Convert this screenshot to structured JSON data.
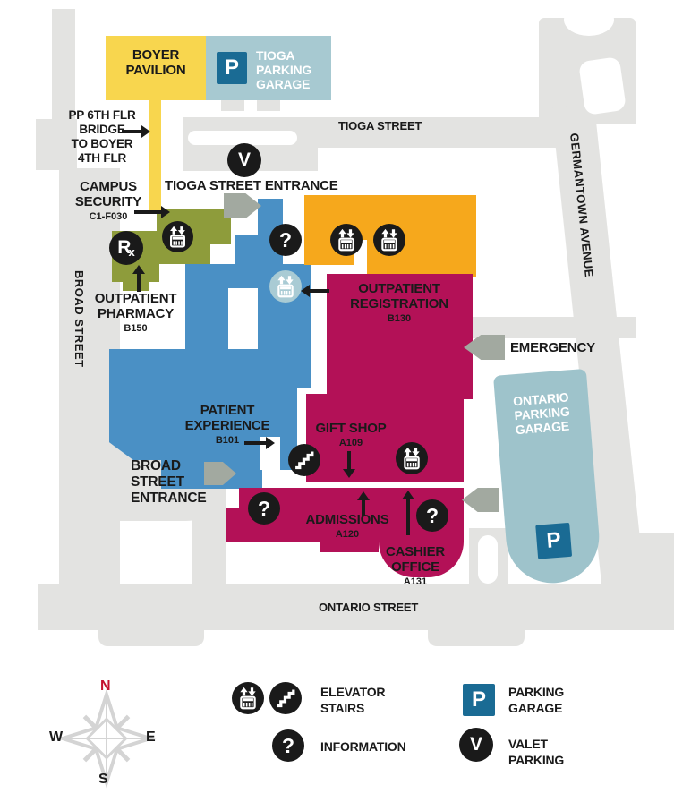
{
  "colors": {
    "street": "#e3e3e1",
    "yellow": "#f8d64e",
    "teal": "#a7c9d1",
    "tealdark": "#9ec3cb",
    "blue": "#4a90c5",
    "magenta": "#b31157",
    "orange": "#f6a81c",
    "olive": "#8e9c3b",
    "pblue": "#1a6b94",
    "ink": "#1a1a1a",
    "arrowgray": "#a2a9a0",
    "iconteal": "#a9cbd4",
    "compass": "#d4d4d4",
    "nred": "#c41230"
  },
  "streets": {
    "tioga": "TIOGA STREET",
    "germantown": "GERMANTOWN AVENUE",
    "broad": "BROAD STREET",
    "ontario": "ONTARIO STREET"
  },
  "buildings": {
    "boyer_l1": "BOYER",
    "boyer_l2": "PAVILION",
    "tioga_garage_l1": "TIOGA",
    "tioga_garage_l2": "PARKING",
    "tioga_garage_l3": "GARAGE",
    "ontario_garage_l1": "ONTARIO",
    "ontario_garage_l2": "PARKING",
    "ontario_garage_l3": "GARAGE"
  },
  "labels": {
    "bridge_l1": "PP 6TH FLR",
    "bridge_l2": "BRIDGE",
    "bridge_l3": "TO BOYER",
    "bridge_l4": "4TH FLR",
    "tioga_entrance": "TIOGA STREET ENTRANCE",
    "campus_l1": "CAMPUS",
    "campus_l2": "SECURITY",
    "campus_code": "C1-F030",
    "pharmacy_l1": "OUTPATIENT",
    "pharmacy_l2": "PHARMACY",
    "pharmacy_code": "B150",
    "registration_l1": "OUTPATIENT",
    "registration_l2": "REGISTRATION",
    "registration_code": "B130",
    "emergency": "EMERGENCY",
    "experience_l1": "PATIENT",
    "experience_l2": "EXPERIENCE",
    "experience_code": "B101",
    "giftshop": "GIFT SHOP",
    "giftshop_code": "A109",
    "broad_entrance_l1": "BROAD",
    "broad_entrance_l2": "STREET",
    "broad_entrance_l3": "ENTRANCE",
    "admissions": "ADMISSIONS",
    "admissions_code": "A120",
    "cashier_l1": "CASHIER",
    "cashier_l2": "OFFICE",
    "cashier_code": "A131"
  },
  "icons": {
    "valet": "V",
    "parking": "P",
    "info": "?",
    "rx_r": "R",
    "rx_x": "x"
  },
  "legend": {
    "elevator": "ELEVATOR",
    "stairs": "STAIRS",
    "information": "INFORMATION",
    "parking_l1": "PARKING",
    "parking_l2": "GARAGE",
    "valet_l1": "VALET",
    "valet_l2": "PARKING"
  },
  "compass": {
    "n": "N",
    "e": "E",
    "s": "S",
    "w": "W"
  }
}
